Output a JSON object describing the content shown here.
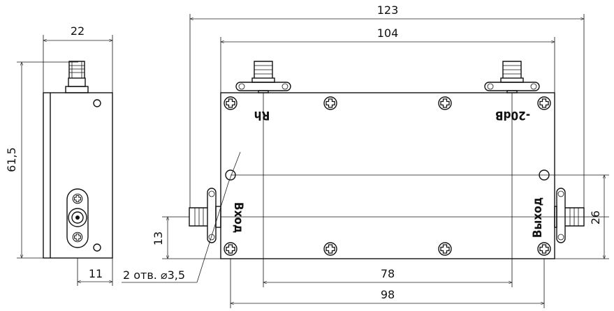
{
  "dimensions": {
    "overall_length": "123",
    "body_length": "104",
    "side_width": "22",
    "side_height": "61,5",
    "side_offset": "11",
    "connector_height": "13",
    "hole_spacing_v": "26",
    "hole_spacing_78": "78",
    "hole_spacing_98": "98",
    "hole_note": "2 отв. ⌀3,5"
  },
  "labels": {
    "port_rh": "Rh",
    "port_minus20db": "-20dB",
    "port_input": "Вход",
    "port_output": "Выход"
  }
}
